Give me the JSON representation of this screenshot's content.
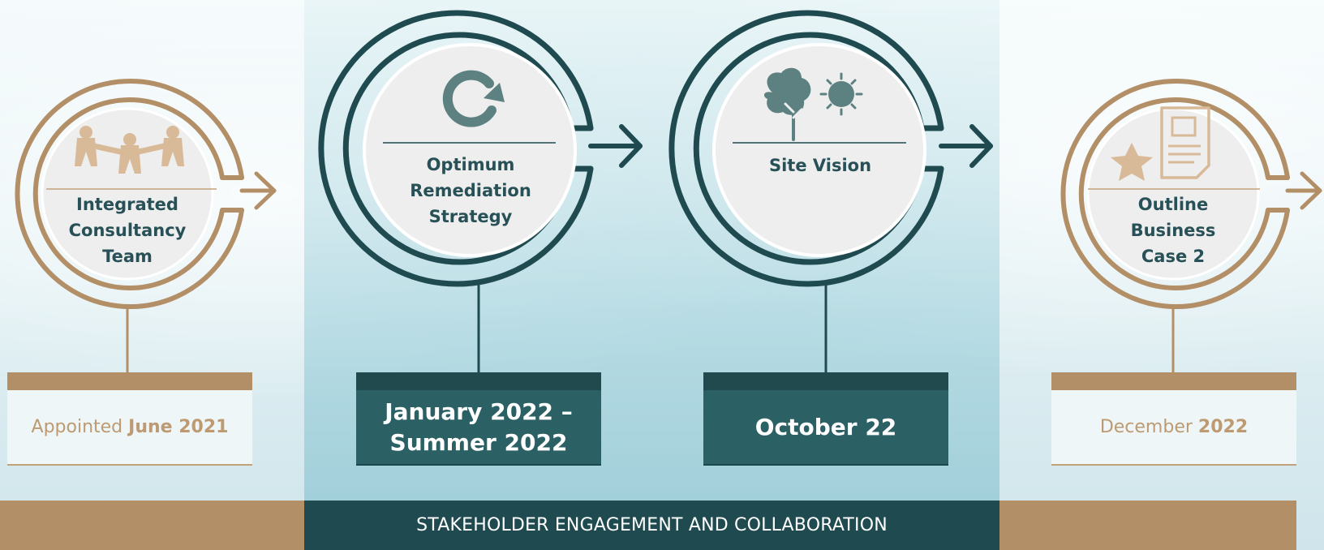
{
  "steps": [
    {
      "title_lines": [
        "Integrated",
        "Consultancy",
        "Team"
      ],
      "icon": "people-chain-icon",
      "date": {
        "before": "Appointed",
        "strong": "June 2021"
      }
    },
    {
      "title_lines": [
        "Optimum",
        "Remediation",
        "Strategy"
      ],
      "icon": "circular-arrow-icon",
      "date": {
        "line1": "January 2022 –",
        "line2": "Summer 2022"
      }
    },
    {
      "title_lines": [
        "Site Vision"
      ],
      "icon": "tree-sun-icon",
      "date": {
        "text": "October 22"
      }
    },
    {
      "title_lines": [
        "Outline",
        "Business",
        "Case 2"
      ],
      "icon": "document-star-icon",
      "date": {
        "before": "December",
        "strong": "2022"
      }
    }
  ],
  "banner": {
    "label": "STAKEHOLDER ENGAGEMENT AND COLLABORATION"
  },
  "colors": {
    "gold": "#b38f67",
    "gold_light": "#c2a27c",
    "teal": "#1f4b50",
    "teal_mid": "#2b6165",
    "icon_teal": "#5c8180",
    "text_teal": "#275057",
    "date_gold": "#bd9a72"
  }
}
